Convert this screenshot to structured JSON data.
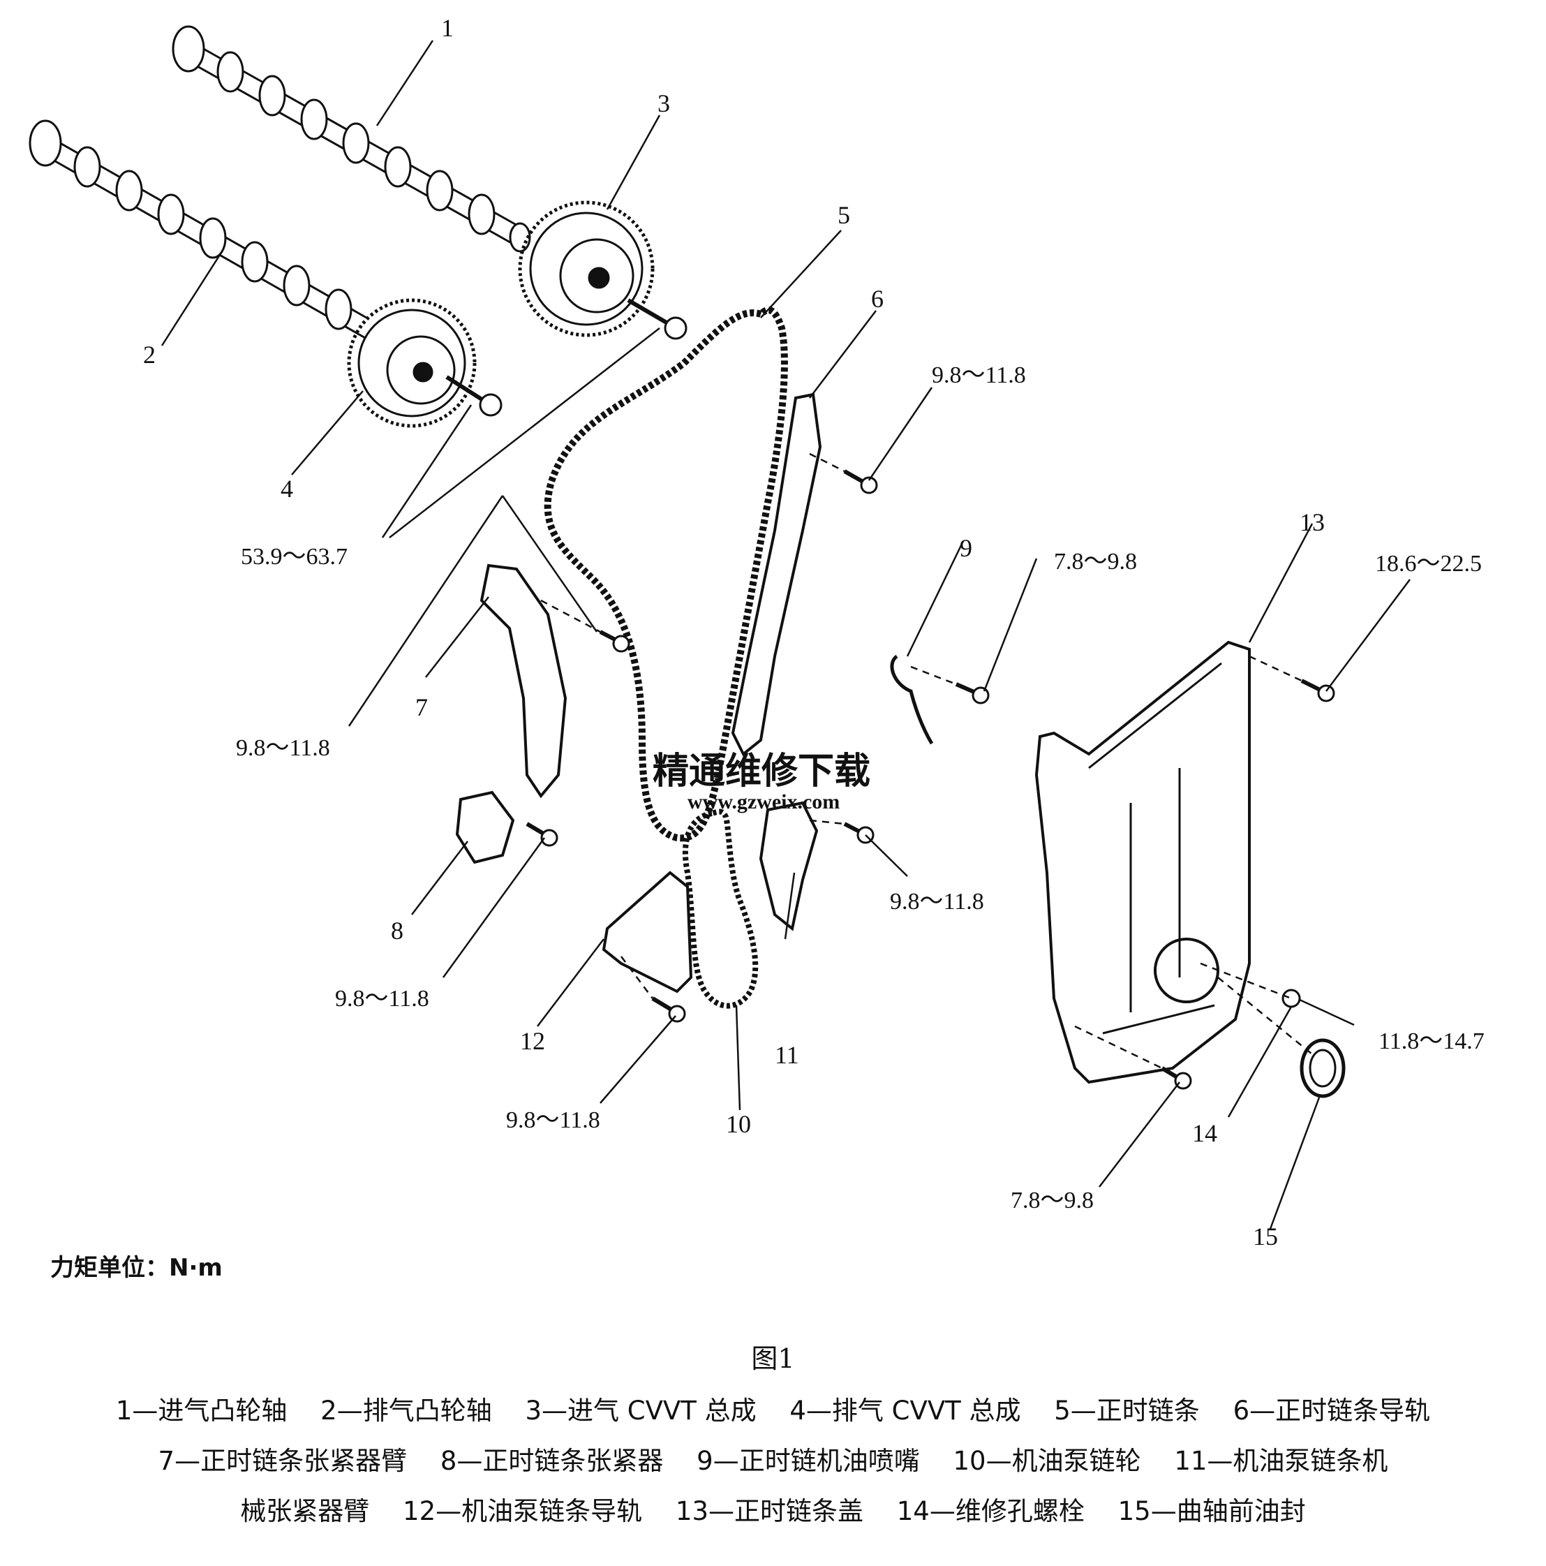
{
  "parts": {
    "p1": "1",
    "p2": "2",
    "p3": "3",
    "p4": "4",
    "p5": "5",
    "p6": "6",
    "p7": "7",
    "p8": "8",
    "p9": "9",
    "p10": "10",
    "p11": "11",
    "p12": "12",
    "p13": "13",
    "p14": "14",
    "p15": "15"
  },
  "torques": {
    "cvvt": "53.9～63.7",
    "guide6": "9.8～11.8",
    "arm7": "9.8～11.8",
    "tensioner8": "9.8～11.8",
    "arm11": "9.8～11.8",
    "guide12": "9.8～11.8",
    "jet9": "7.8～9.8",
    "cover_top": "18.6～22.5",
    "cover_14": "11.8～14.7",
    "cover_bottom": "7.8～9.8"
  },
  "watermark": {
    "cn": "精通维修下载",
    "url": "www.gzweix.com"
  },
  "unit_label": "力矩单位：N·m",
  "figure_title": "图1",
  "legend_rows": [
    [
      "1—进气凸轮轴",
      "2—排气凸轮轴",
      "3—进气 CVVT 总成",
      "4—排气 CVVT 总成",
      "5—正时链条",
      "6—正时链条导轨"
    ],
    [
      "7—正时链条张紧器臂",
      "8—正时链条张紧器",
      "9—正时链机油喷嘴",
      "10—机油泵链轮",
      "11—机油泵链条机"
    ],
    [
      "械张紧器臂",
      "12—机油泵链条导轨",
      "13—正时链条盖",
      "14—维修孔螺栓",
      "15—曲轴前油封"
    ]
  ]
}
